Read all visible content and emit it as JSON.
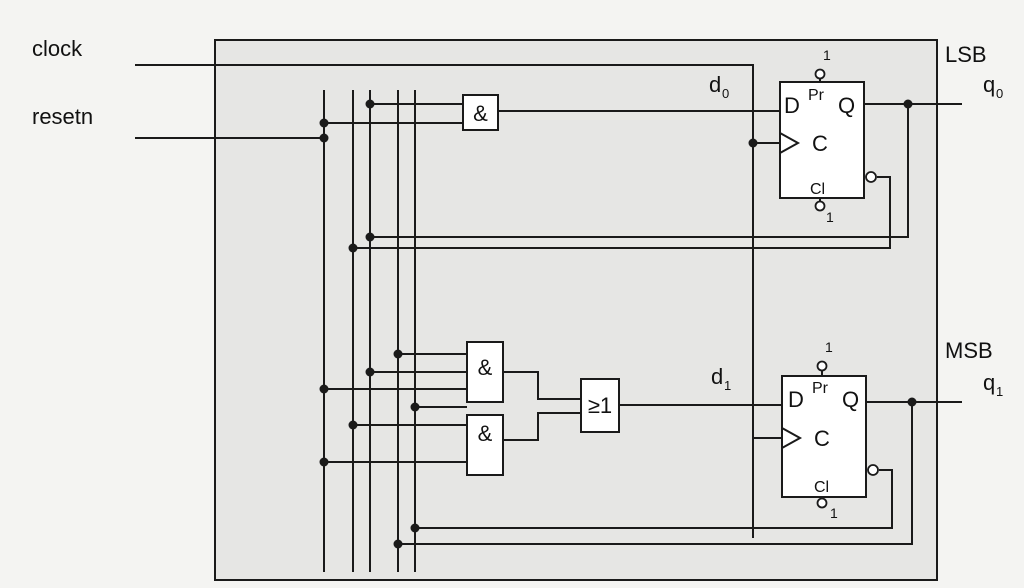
{
  "inputs": {
    "clock": "clock",
    "resetn": "resetn"
  },
  "outputs": {
    "lsb": "LSB",
    "msb": "MSB",
    "q0": "q",
    "q0_sub": "0",
    "q1": "q",
    "q1_sub": "1"
  },
  "signals": {
    "d0": "d",
    "d0_sub": "0",
    "d1": "d",
    "d1_sub": "1"
  },
  "gates": {
    "and_symbol": "&",
    "or_symbol": "≥1"
  },
  "flipflop": {
    "d_pin": "D",
    "q_pin": "Q",
    "c_pin": "C",
    "preset": "Pr",
    "clear": "Cl",
    "tie_high": "1"
  }
}
